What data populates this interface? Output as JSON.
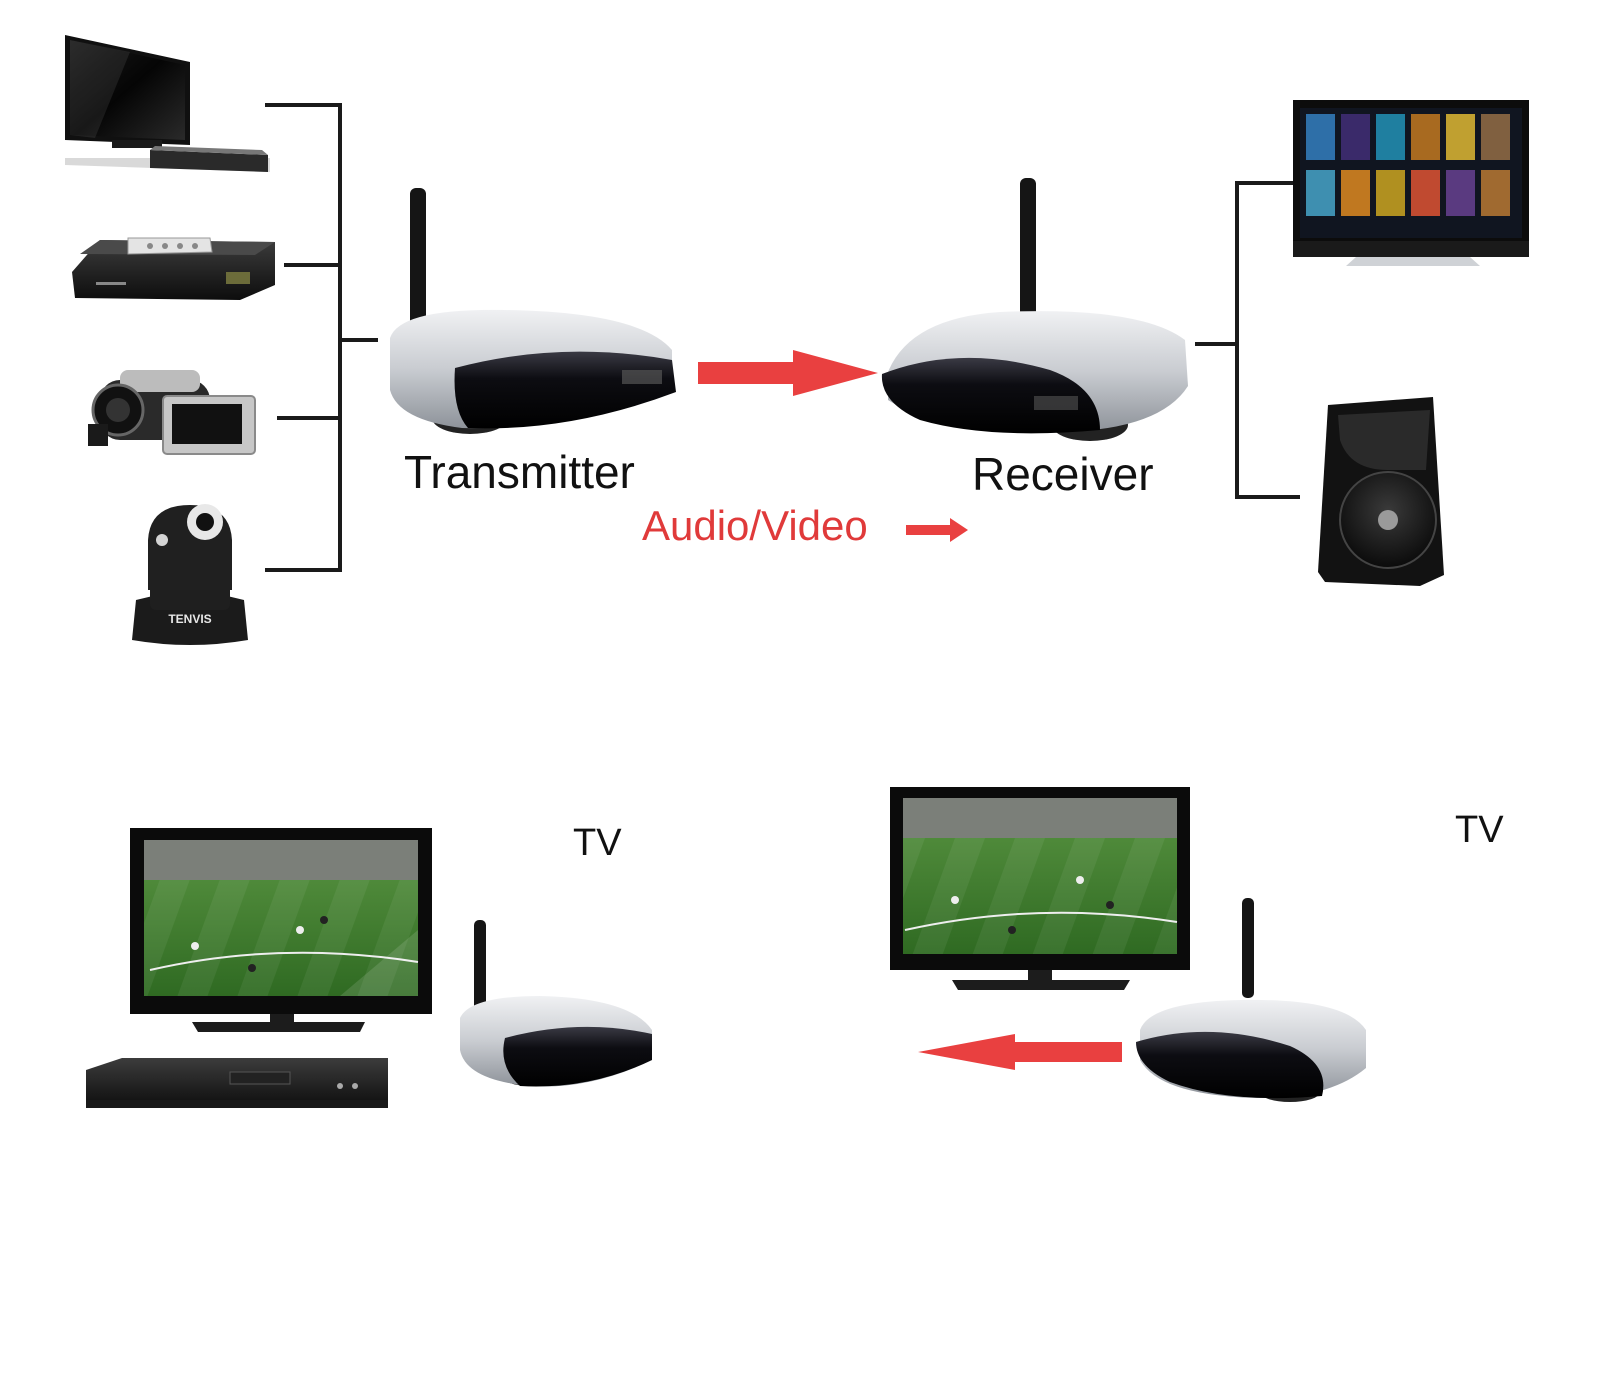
{
  "diagram": {
    "transmitter_label": "Transmitter",
    "receiver_label": "Receiver",
    "signal_label": "Audio/Video",
    "tv_label_left": "TV",
    "tv_label_right": "TV",
    "camera_brand": "TENVIS"
  },
  "sources": [
    "lcd-tv-with-dvd-player",
    "satellite-receiver-with-remote",
    "camcorder",
    "ip-camera"
  ],
  "outputs": [
    "smart-tv",
    "speaker"
  ],
  "colors": {
    "arrow": "#e94040",
    "signal_text": "#e03a3a",
    "connector_line": "#1a1a1a",
    "device_silver": "#c9ccd1",
    "device_black": "#0d0d12",
    "field_green": "#3f7d2e"
  }
}
